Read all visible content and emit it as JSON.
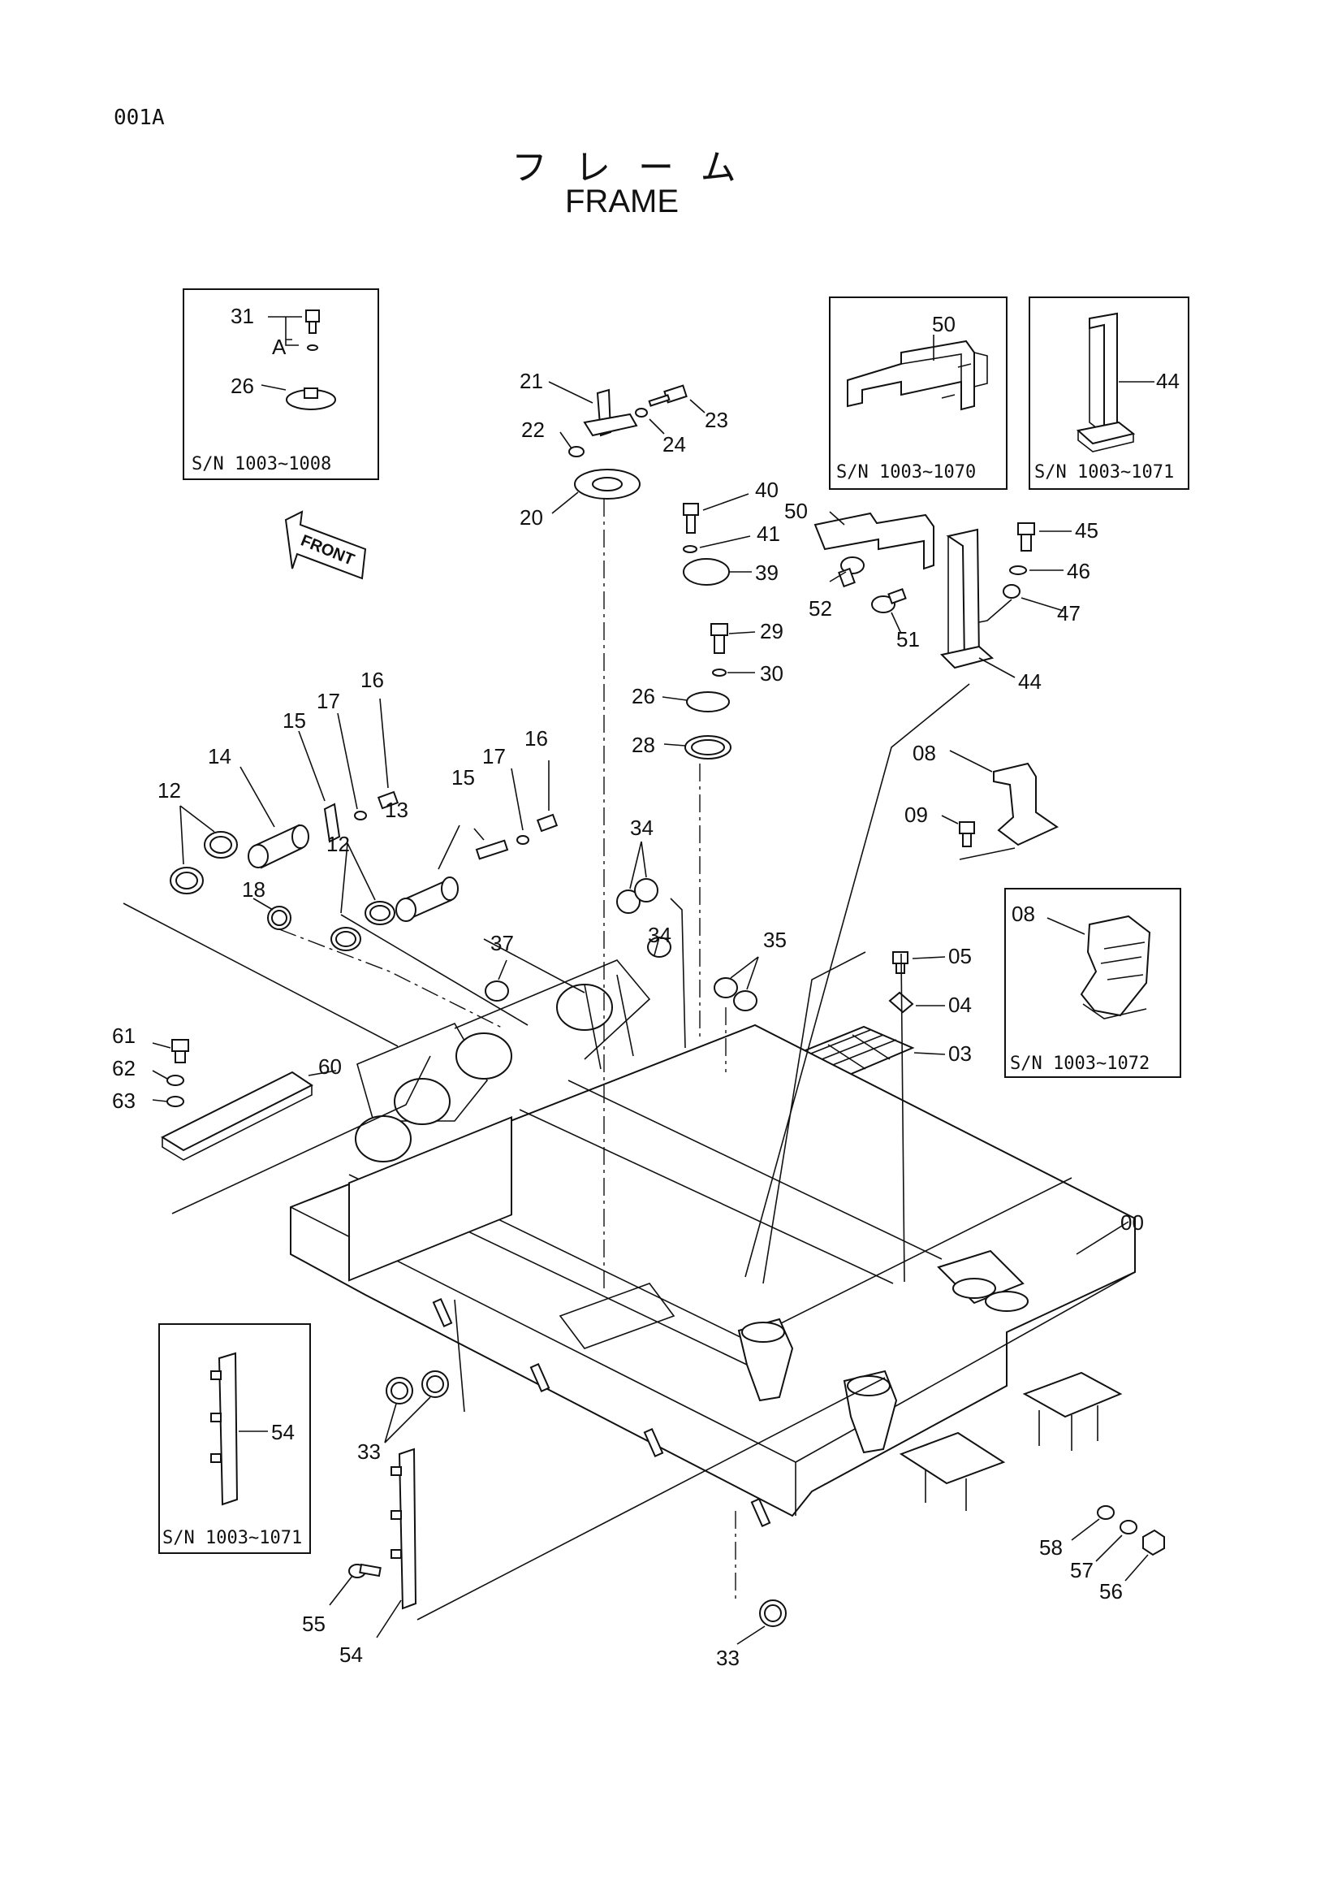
{
  "page_code": "001A",
  "title_jp": "フレーム",
  "title_en": "FRAME",
  "serial_boxes": [
    {
      "id": "box-26-31",
      "text": "S/N  1003~1008"
    },
    {
      "id": "box-50",
      "text": "S/N  1003~1070"
    },
    {
      "id": "box-44",
      "text": "S/N  1003~1071"
    },
    {
      "id": "box-08",
      "text": "S/N  1003~1072"
    },
    {
      "id": "box-54",
      "text": "S/N  1003~1071"
    }
  ],
  "front_label": "FRONT",
  "inset_a_label": "A",
  "callouts": [
    "31",
    "26",
    "21",
    "22",
    "24",
    "23",
    "20",
    "40",
    "41",
    "39",
    "50",
    "52",
    "51",
    "45",
    "46",
    "47",
    "44",
    "29",
    "30",
    "26",
    "28",
    "16",
    "17",
    "15",
    "14",
    "12",
    "16",
    "17",
    "15",
    "13",
    "12",
    "18",
    "34",
    "34",
    "35",
    "37",
    "08",
    "09",
    "05",
    "04",
    "03",
    "61",
    "62",
    "63",
    "60",
    "00",
    "54",
    "33",
    "55",
    "54",
    "33",
    "58",
    "57",
    "56",
    "50",
    "44",
    "08"
  ]
}
